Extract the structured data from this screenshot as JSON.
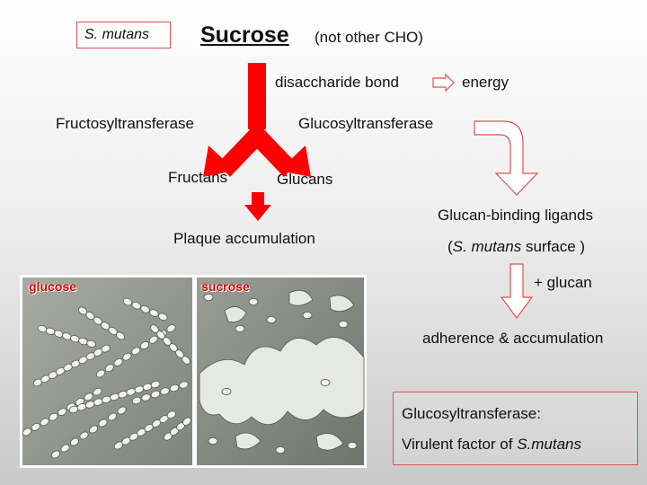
{
  "organism_label": "S. mutans",
  "title": "Sucrose",
  "title_note": "(not other CHO)",
  "bond_text": "disaccharide bond",
  "energy_text": "energy",
  "enzymes": {
    "left": "Fructosyltransferase",
    "right": "Glucosyltransferase"
  },
  "products": {
    "left": "Fructans",
    "right": "Glucans"
  },
  "plaque_text": "Plaque accumulation",
  "ligands": {
    "line1": "Glucan-binding ligands",
    "open_paren": "(",
    "organism": "S. mutans",
    "rest": " surface )"
  },
  "plus_glucan": "+ glucan",
  "adherence_text": "adherence & accumulation",
  "definition": {
    "line1": "Glucosyltransferase:",
    "line2_prefix": "Virulent factor of ",
    "line2_organism": "S.mutans"
  },
  "micrograph": {
    "left_label": "glucose",
    "right_label": "sucrose"
  },
  "colors": {
    "arrow_red": "#ff0000",
    "outline_red": "#e05050",
    "label_red": "#e00000"
  }
}
